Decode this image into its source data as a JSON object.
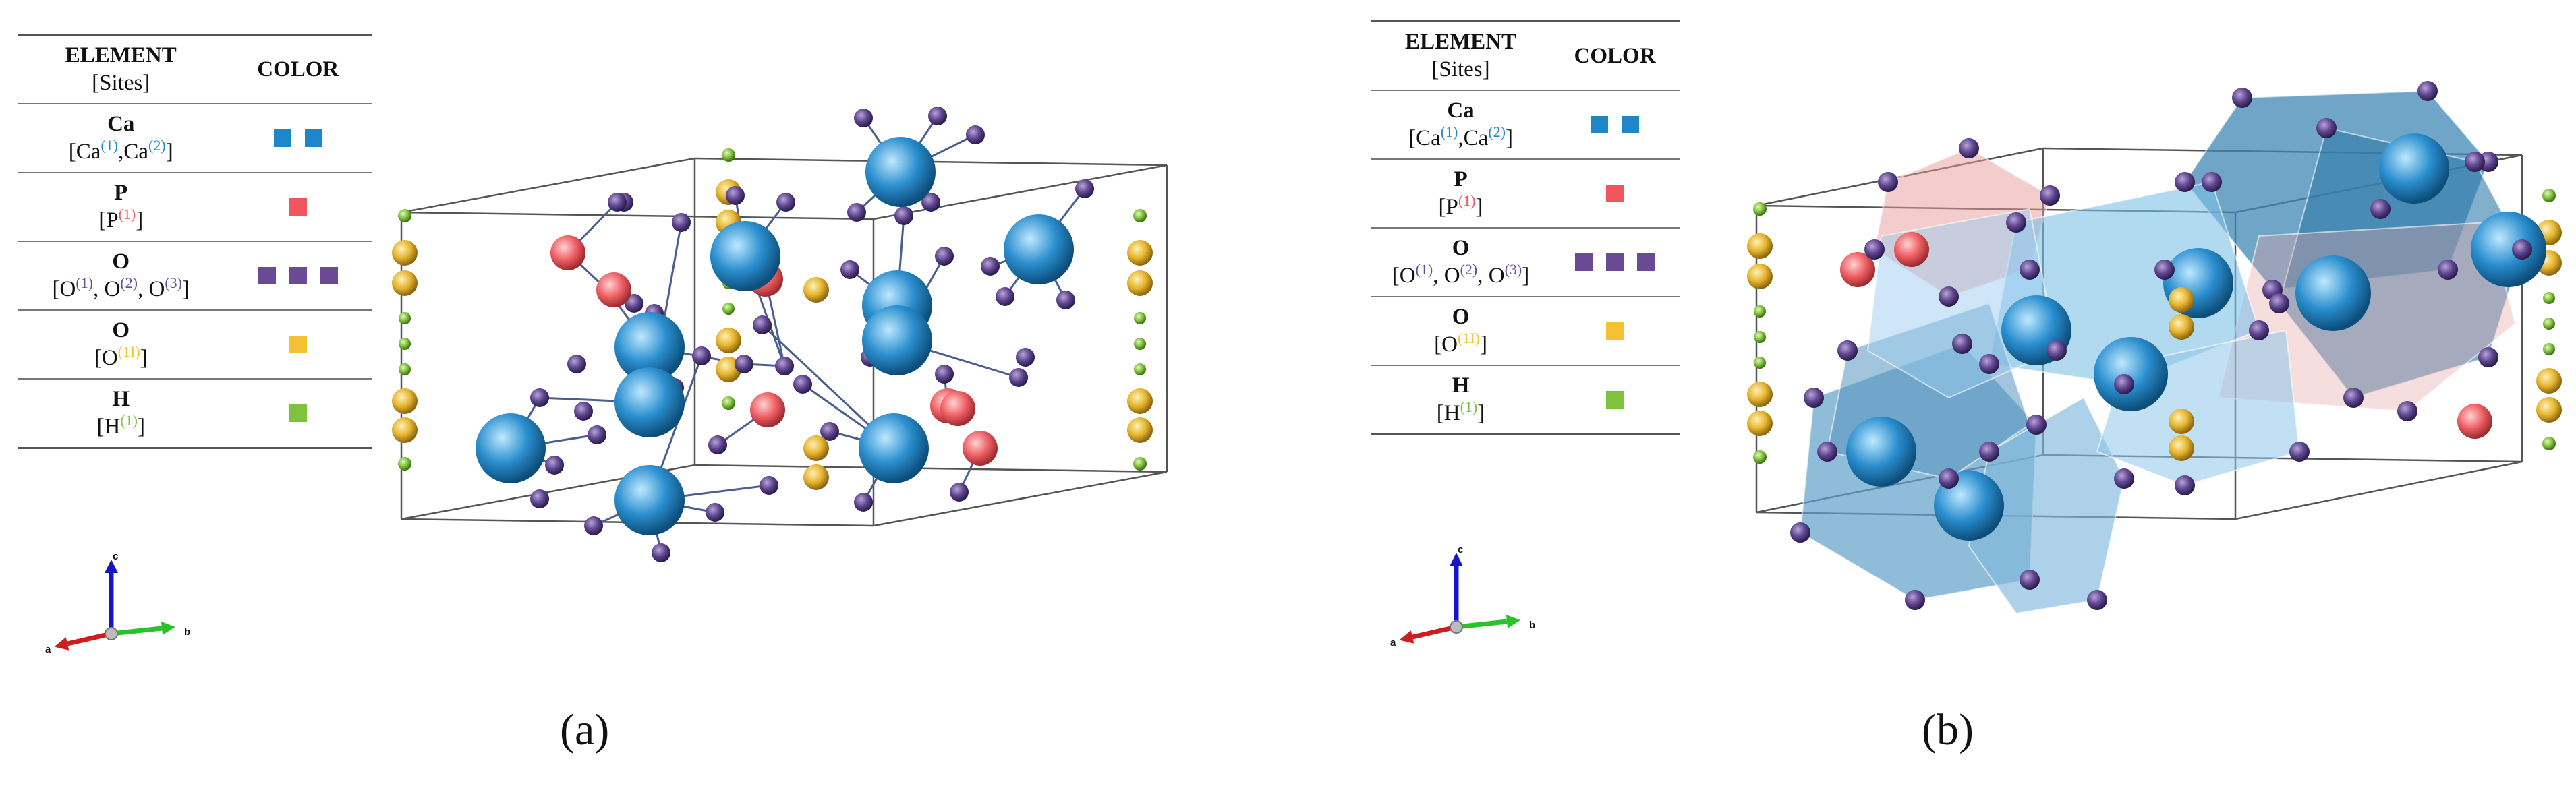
{
  "legend": {
    "header_element": "ELEMENT",
    "header_sites": "[Sites]",
    "header_color": "COLOR",
    "rows": [
      {
        "element": "Ca",
        "sites": [
          {
            "atom": "Ca",
            "site": "(1)"
          },
          {
            "atom": "Ca",
            "site": "(2)"
          }
        ],
        "sep": ",",
        "color": "#1f86c8",
        "swatches": 2
      },
      {
        "element": "P",
        "sites": [
          {
            "atom": "P",
            "site": "(1)"
          }
        ],
        "sep": "",
        "color": "#f0565f",
        "swatches": 1
      },
      {
        "element": "O",
        "sites": [
          {
            "atom": "O",
            "site": "(1)"
          },
          {
            "atom": "O",
            "site": "(2)"
          },
          {
            "atom": "O",
            "site": "(3)"
          }
        ],
        "sep": ", ",
        "color": "#6a4a95",
        "swatches": 3
      },
      {
        "element": "O",
        "sites": [
          {
            "atom": "O",
            "site": "(1I)"
          }
        ],
        "sep": "",
        "color": "#f2c232",
        "swatches": 1
      },
      {
        "element": "H",
        "sites": [
          {
            "atom": "H",
            "site": "(1)"
          }
        ],
        "sep": "",
        "color": "#7dc43c",
        "swatches": 1
      }
    ]
  },
  "axes": {
    "a": "a",
    "b": "b",
    "c": "c"
  },
  "colors": {
    "a_axis": "#d01c1c",
    "b_axis": "#29c229",
    "c_axis": "#1515cc",
    "cell_edge": "#555555"
  },
  "panels": {
    "a": {
      "caption": "(a)"
    },
    "b": {
      "caption": "(b)"
    }
  }
}
